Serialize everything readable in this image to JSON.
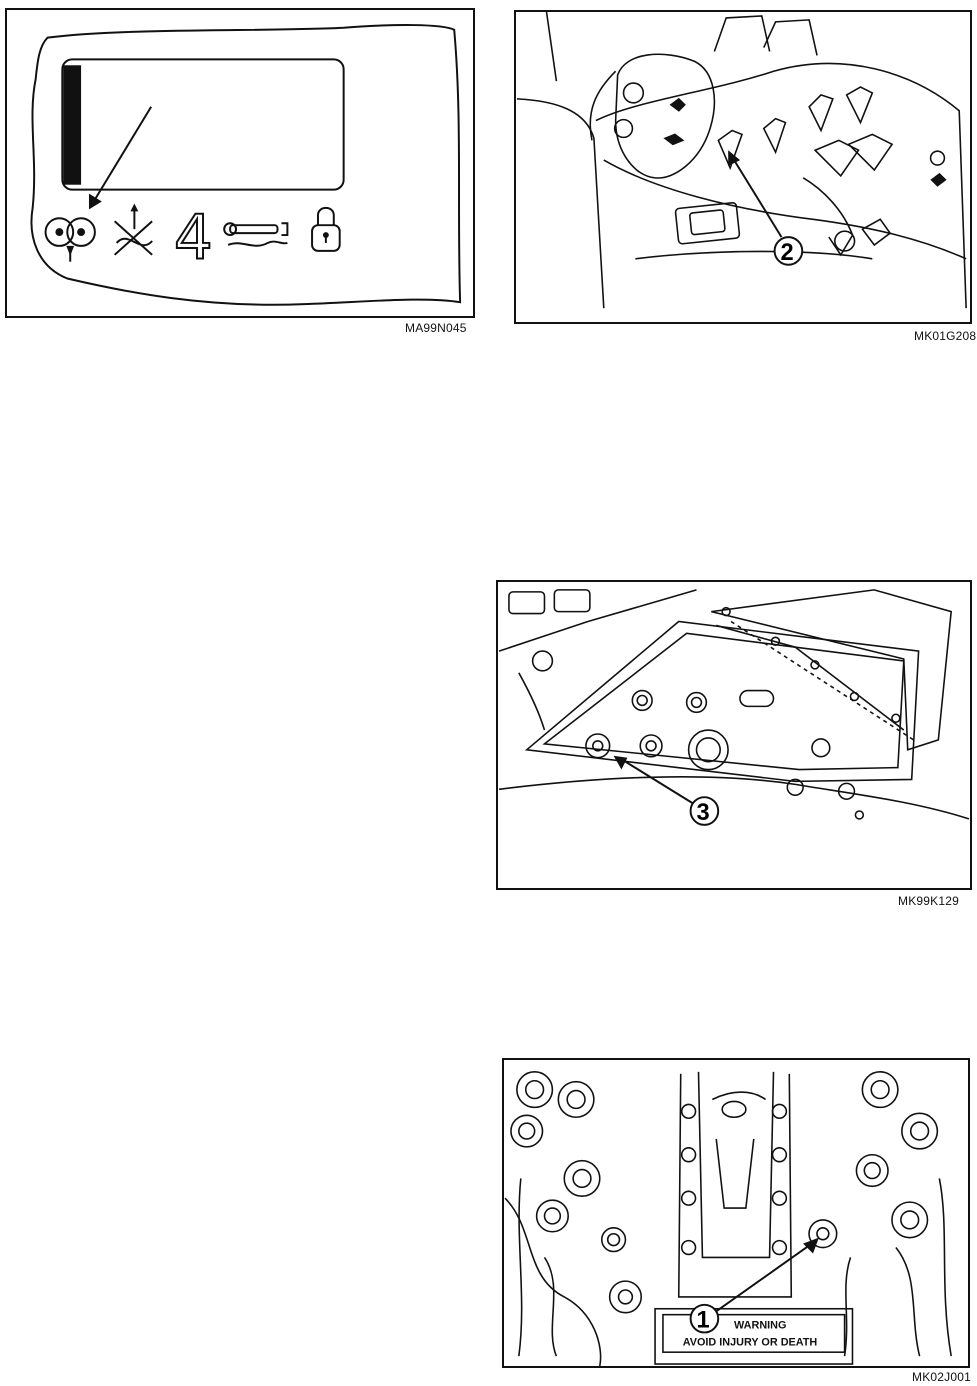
{
  "figures": [
    {
      "code": "MA99N045",
      "callout": ""
    },
    {
      "code": "MK01G208",
      "callout": "2"
    },
    {
      "code": "MK99K129",
      "callout": "3"
    },
    {
      "code": "MK02J001",
      "callout": "1"
    }
  ],
  "fig1": {
    "gear_indicator": "4"
  },
  "fig4": {
    "decal_top": "WARNING",
    "decal_bottom": "AVOID INJURY OR DEATH"
  },
  "icons": [
    "hydraulic-pump-icon",
    "implement-lift-icon",
    "gear-number-indicator",
    "wrench-service-icon",
    "padlock-icon"
  ]
}
